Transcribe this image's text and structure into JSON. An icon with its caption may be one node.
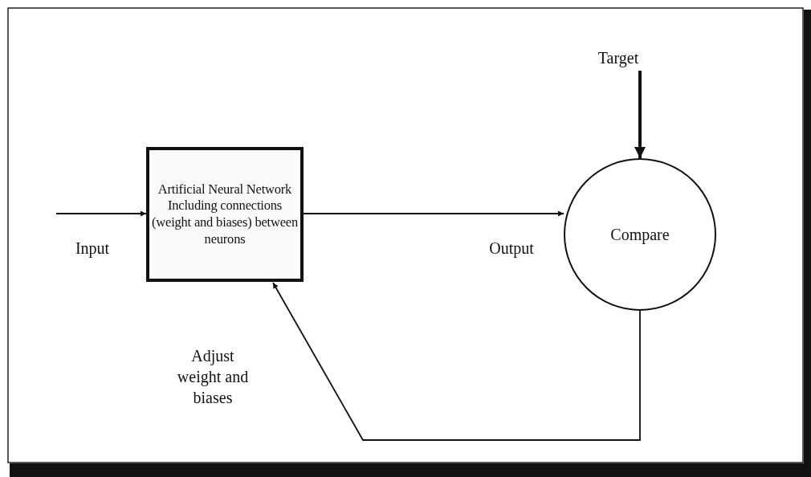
{
  "diagram": {
    "nodes": [
      {
        "text": [
          "Artificial Neural Network Including connections (weight and biases) between neurons"
        ]
      },
      {
        "text": [
          "Compare"
        ]
      },
      {
        "text": [
          "Target"
        ]
      }
    ],
    "edges": [
      {
        "from": null,
        "to": 0,
        "arrow": "to"
      },
      {
        "from": 0,
        "to": 1,
        "arrow": "to",
        "label": "Output"
      },
      {
        "from": 2,
        "to": 1,
        "arrow": "to",
        "style": "thick"
      },
      {
        "from": 1,
        "to": 0,
        "arrow": "to",
        "label": "Adjust weight and biases"
      }
    ],
    "labels": [
      "Input"
    ]
  }
}
